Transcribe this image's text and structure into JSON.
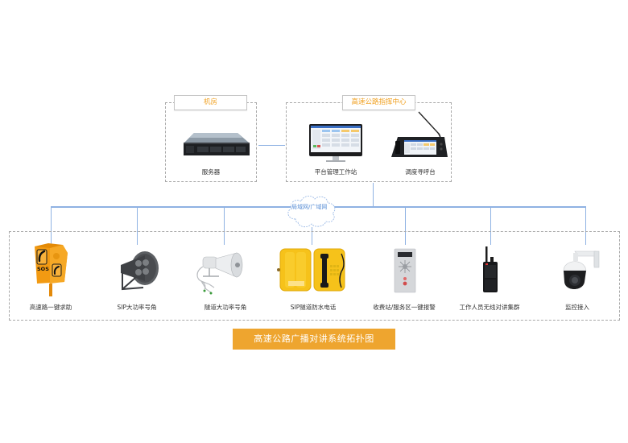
{
  "diagram": {
    "title": "高速公路广播对讲系统拓扑图",
    "sections": {
      "machine_room": {
        "title": "机房",
        "devices": [
          {
            "name": "服务器",
            "icon": "server-icon"
          }
        ]
      },
      "command_center": {
        "title": "高速公路指挥中心",
        "devices": [
          {
            "name": "平台管理工作站",
            "icon": "monitor-icon"
          },
          {
            "name": "调度寻呼台",
            "icon": "paging-console-icon"
          }
        ]
      }
    },
    "network": {
      "label": "局域网/广域网",
      "icon": "cloud-icon"
    },
    "endpoints": [
      {
        "name": "高速路一键求助",
        "icon": "sos-callbox-icon"
      },
      {
        "name": "SIP大功率号角",
        "icon": "horn-speaker-dark-icon"
      },
      {
        "name": "隧道大功率号角",
        "icon": "horn-speaker-white-icon"
      },
      {
        "name": "SIP隧道防水电话",
        "icon": "waterproof-phone-icon"
      },
      {
        "name": "收费站/服务区一键报警",
        "icon": "alarm-panel-icon"
      },
      {
        "name": "工作人员无线对讲集群",
        "icon": "walkie-talkie-icon"
      },
      {
        "name": "监控接入",
        "icon": "ptz-camera-icon"
      }
    ],
    "colors": {
      "accent": "#eea52f",
      "section_title_text": "#f0a020",
      "connector": "#8fb2e3",
      "dashed_border": "#a8a8a8"
    }
  }
}
